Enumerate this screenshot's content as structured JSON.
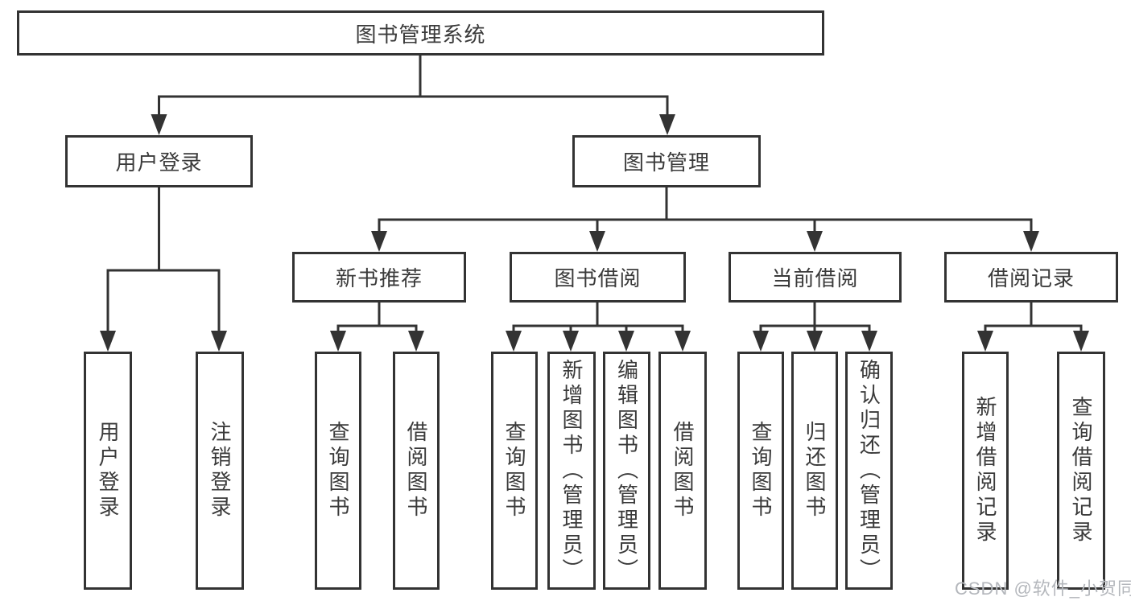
{
  "tree": {
    "label": "图书管理系统",
    "children": [
      {
        "label": "用户登录",
        "children": [
          {
            "label": "用户登录"
          },
          {
            "label": "注销登录"
          }
        ]
      },
      {
        "label": "图书管理",
        "children": [
          {
            "label": "新书推荐",
            "children": [
              {
                "label": "查询图书"
              },
              {
                "label": "借阅图书"
              }
            ]
          },
          {
            "label": "图书借阅",
            "children": [
              {
                "label": "查询图书"
              },
              {
                "label": "新增图书（管理员）"
              },
              {
                "label": "编辑图书（管理员）"
              },
              {
                "label": "借阅图书"
              }
            ]
          },
          {
            "label": "当前借阅",
            "children": [
              {
                "label": "查询图书"
              },
              {
                "label": "归还图书"
              },
              {
                "label": "确认归还（管理员）"
              }
            ]
          },
          {
            "label": "借阅记录",
            "children": [
              {
                "label": "新增借阅记录"
              },
              {
                "label": "查询借阅记录"
              }
            ]
          }
        ]
      }
    ]
  },
  "colors": {
    "line": "#333333",
    "text": "#3a3a3a",
    "watermark": "#b4b7bc",
    "background": "#ffffff"
  },
  "watermark": {
    "text": "CSDN @软件_小贺同学"
  }
}
